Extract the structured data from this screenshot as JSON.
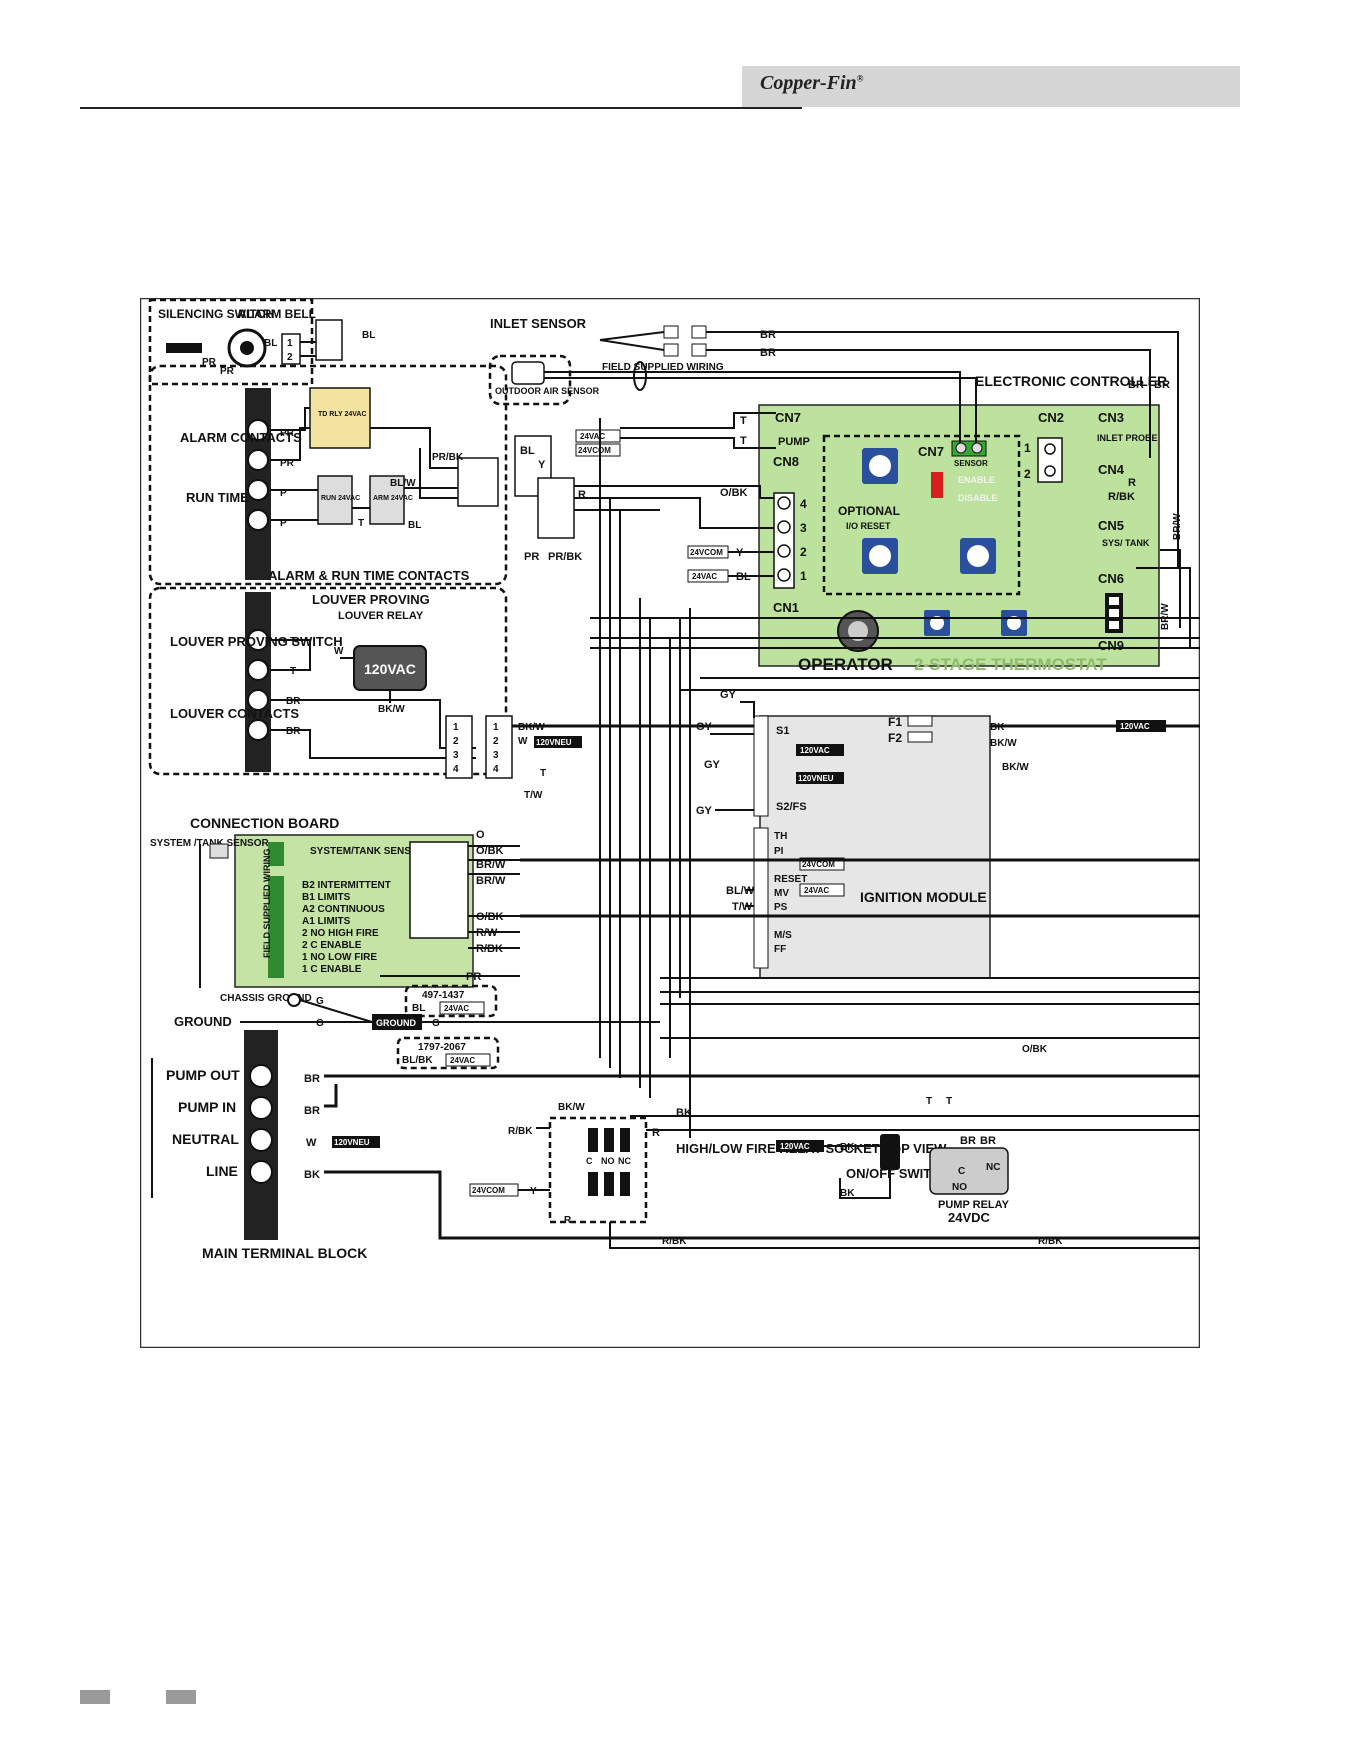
{
  "header": {
    "brand": "Copper-Fin",
    "reg": "®"
  },
  "colors": {
    "board_green": "#bde29d",
    "connection_green": "#c5e3a5",
    "module_gray": "#e6e6e6",
    "tag_black": "#111111",
    "knob_blue": "#2a4f9c",
    "switch_red": "#d81e1e"
  },
  "diagram": {
    "silencing_switch": "SILENCING SWITCH",
    "alarm_bell": "ALARM BELL",
    "inlet_sensor": "INLET SENSOR",
    "outdoor_air_sensor": "OUTDOOR AIR SENSOR",
    "field_supplied_wiring": "FIELD SUPPLIED WIRING",
    "electronic_controller": "ELECTRONIC CONTROLLER",
    "td_rly": "TD RLY 24VAC",
    "alarm_contacts": "ALARM CONTACTS",
    "run_time": "RUN TIME",
    "alarm_run_time_contacts": "ALARM & RUN TIME CONTACTS",
    "run_relay": "RUN 24VAC",
    "arm_relay": "ARM 24VAC",
    "louver_proving": "LOUVER PROVING",
    "louver_relay": "LOUVER RELAY",
    "louver_proving_switch": "LOUVER PROVING SWITCH",
    "louver_contacts": "LOUVER CONTACTS",
    "relay_120vac": "120VAC",
    "connection_board": "CONNECTION BOARD",
    "system_tank_sensor": "SYSTEM /TANK SENSOR",
    "chassis_ground": "CHASSIS GROUND",
    "ground": "GROUND",
    "ground_tag": "GROUND",
    "main_terminal_block": "MAIN TERMINAL BLOCK",
    "pump_out": "PUMP OUT",
    "pump_in": "PUMP IN",
    "neutral": "NEUTRAL",
    "line": "LINE",
    "high_low_relay": "HIGH/LOW FIRE RELAY SOCKET TOP VIEW",
    "on_off_switch": "ON/OFF SWITCH",
    "pump_relay": "PUMP RELAY",
    "pump_relay_volts": "24VDC",
    "ignition_module": "IGNITION MODULE",
    "operator": "OPERATOR",
    "two_stage_thermostat": "2-STAGE THERMOSTAT",
    "optional_io_reset": "OPTIONAL",
    "io_reset": "I/O RESET",
    "cn": [
      "CN1",
      "CN2",
      "CN3",
      "CN4",
      "CN5",
      "CN6",
      "CN7",
      "CN8",
      "CN9"
    ],
    "inlet_probe": "INLET PROBE",
    "sys_tank": "SYS/ TANK",
    "pump_label": "PUMP",
    "sensor_label": "SENSOR",
    "enable_label": "ENABLE",
    "disable_label": "DISABLE",
    "model_a": "497-1437",
    "model_b": "1797-2067",
    "module_terms": [
      "S1",
      "S2/FS",
      "TH",
      "PI",
      "RESET",
      "MV",
      "PS",
      "M/S",
      "FF"
    ],
    "cb_labels": [
      "SYSTEM/TANK SENSOR",
      "B2 INTERMITTENT",
      "B1 LIMITS",
      "A2 CONTINUOUS",
      "A1 LIMITS",
      "2 NO HIGH FIRE",
      "2 C ENABLE",
      "1 NO LOW FIRE",
      "1 C ENABLE"
    ],
    "tags": {
      "v120": "120VAC",
      "v120neu": "120VNEU",
      "v24": "24VAC",
      "v24com": "24VCOM"
    },
    "wires": {
      "br": "BR",
      "bl": "BL",
      "pr": "PR",
      "prbk": "PR/BK",
      "blw": "BL/W",
      "y": "Y",
      "r": "R",
      "t": "T",
      "p": "P",
      "w": "W",
      "bkw": "BK/W",
      "tw": "T/W",
      "gy": "GY",
      "bk": "BK",
      "ob": "O/BK",
      "brw": "BR/W",
      "rbk": "R/BK",
      "rw": "R/W",
      "g": "G",
      "blbk": "BL/BK",
      "o": "O"
    },
    "relay_contacts": [
      "C",
      "NO",
      "NC"
    ]
  }
}
